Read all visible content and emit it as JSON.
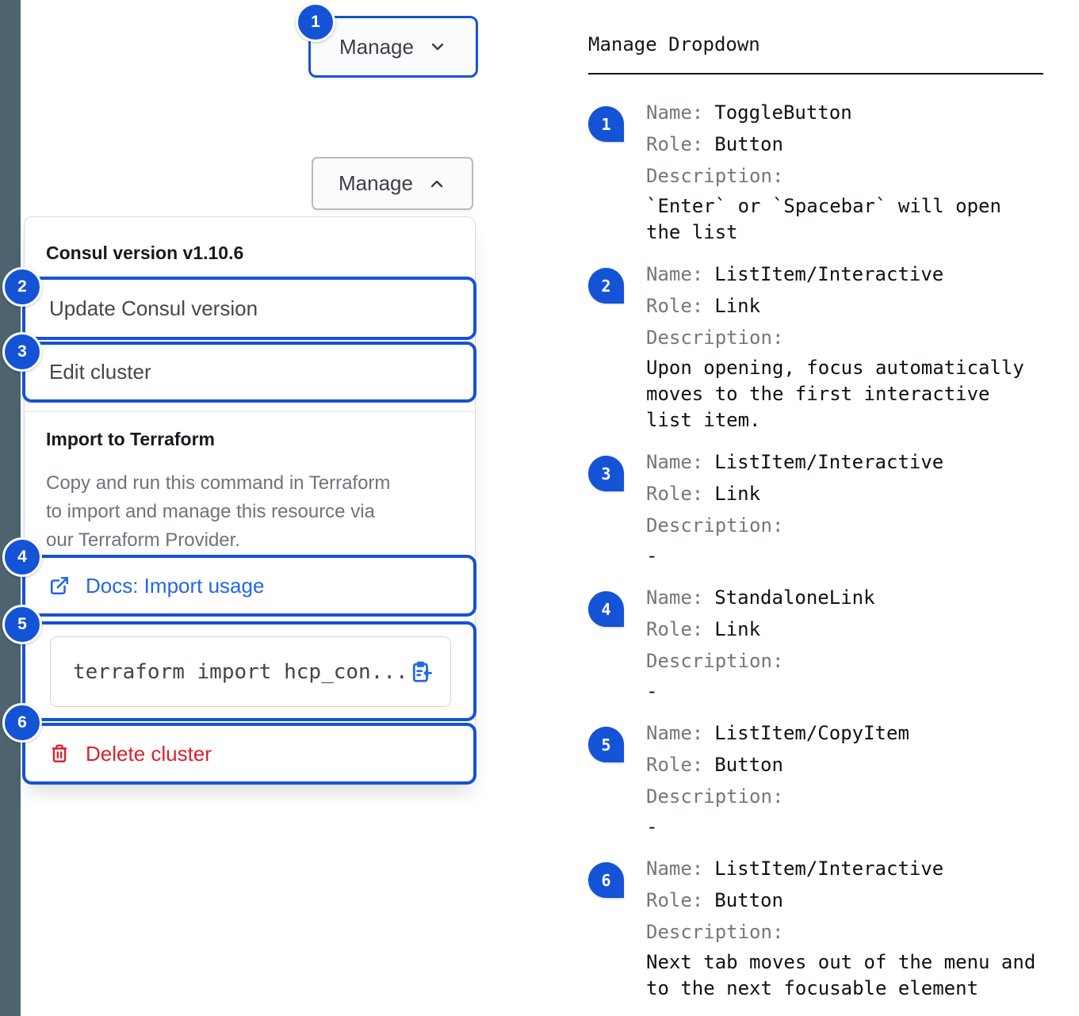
{
  "colors": {
    "accent_blue": "#1553d6",
    "link_blue": "#2566e8",
    "danger_red": "#da222c",
    "sidebar_strip": "#4e6470"
  },
  "toggle_closed": {
    "label": "Manage",
    "annotation": "1"
  },
  "toggle_open": {
    "label": "Manage"
  },
  "dropdown": {
    "version_header": "Consul version v1.10.6",
    "items": [
      {
        "label": "Update Consul version",
        "annotation": "2"
      },
      {
        "label": "Edit cluster",
        "annotation": "3"
      }
    ],
    "import_section": {
      "title": "Import to Terraform",
      "description_lines": [
        "Copy and run this command in Terraform",
        "to import and manage this resource via",
        "our Terraform Provider."
      ],
      "docs_link": {
        "label": "Docs: Import usage",
        "annotation": "4"
      },
      "code_item": {
        "text": "terraform import hcp_con...",
        "annotation": "5"
      }
    },
    "delete_item": {
      "label": "Delete cluster",
      "annotation": "6"
    }
  },
  "spec_panel": {
    "title": "Manage Dropdown",
    "field_labels": {
      "name": "Name:",
      "role": "Role:",
      "description": "Description:"
    },
    "entries": [
      {
        "number": "1",
        "name": "ToggleButton",
        "role": "Button",
        "description_lines": [
          "`Enter` or `Spacebar` will open",
          "the list"
        ]
      },
      {
        "number": "2",
        "name": "ListItem/Interactive",
        "role": "Link",
        "description_lines": [
          "Upon opening, focus automatically",
          "moves to the first interactive",
          "list item."
        ]
      },
      {
        "number": "3",
        "name": "ListItem/Interactive",
        "role": "Link",
        "description_lines": [
          "-"
        ]
      },
      {
        "number": "4",
        "name": "StandaloneLink",
        "role": "Link",
        "description_lines": [
          "-"
        ]
      },
      {
        "number": "5",
        "name": "ListItem/CopyItem",
        "role": "Button",
        "description_lines": [
          "-"
        ]
      },
      {
        "number": "6",
        "name": "ListItem/Interactive",
        "role": "Button",
        "description_lines": [
          "Next tab moves out of the menu and",
          "to the next focusable element"
        ]
      }
    ]
  }
}
